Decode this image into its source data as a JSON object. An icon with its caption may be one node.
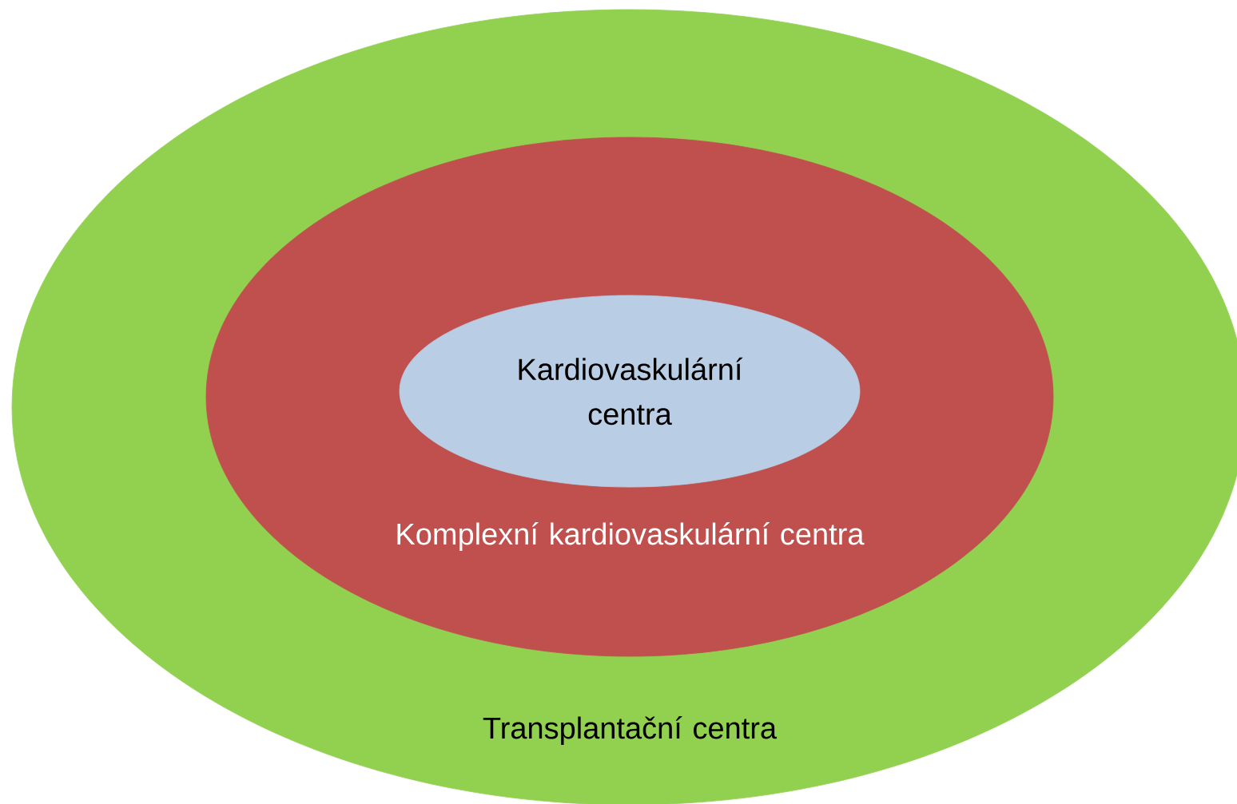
{
  "diagram": {
    "nodes": [
      {
        "text": [
          "Transplantační centra"
        ]
      },
      {
        "text": [
          "Komplexní kardiovaskulární centra"
        ],
        "in": 0
      },
      {
        "text": [
          "Kardiovaskulární centra"
        ],
        "in": 1
      }
    ]
  }
}
